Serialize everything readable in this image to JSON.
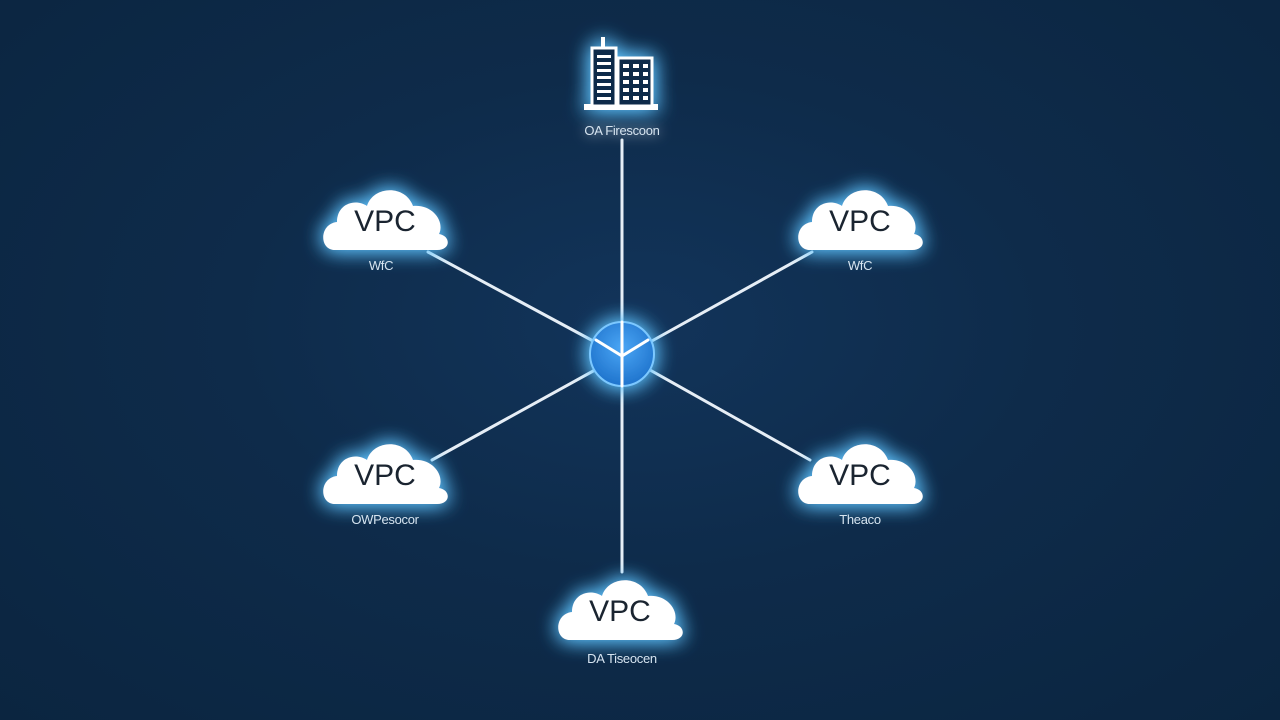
{
  "diagram": {
    "hub": {
      "icon": "hub-router-icon",
      "color": "#2f8de4"
    },
    "top_node": {
      "icon": "building-icon",
      "caption": "OA Firescoon"
    },
    "vpcs": [
      {
        "id": "top-left",
        "label": "VPC",
        "caption": "WfC"
      },
      {
        "id": "top-right",
        "label": "VPC",
        "caption": "WfC"
      },
      {
        "id": "bottom-left",
        "label": "VPC",
        "caption": "OWPesocor"
      },
      {
        "id": "bottom-right",
        "label": "VPC",
        "caption": "Theaco"
      },
      {
        "id": "bottom",
        "label": "VPC",
        "caption": "DA Tiseocen"
      }
    ],
    "colors": {
      "background": "#0d2844",
      "link": "#e6eef6",
      "cloud_fill": "#ffffff",
      "glow": "#5fc4ff"
    }
  }
}
